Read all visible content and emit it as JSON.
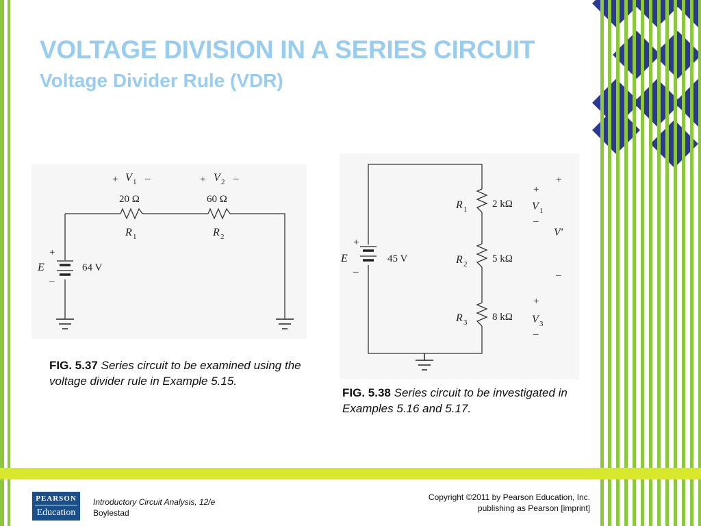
{
  "slide": {
    "title": "VOLTAGE DIVISION IN A SERIES CIRCUIT",
    "subtitle": "Voltage Divider Rule (VDR)"
  },
  "fig537": {
    "caption_label": "FIG. 5.37",
    "caption_text": "Series circuit to be examined using the voltage divider rule in Example 5.15.",
    "source_symbol": "E",
    "source_value": "64 V",
    "r1_value": "20 Ω",
    "r2_value": "60 Ω",
    "r1_name": "R",
    "r1_sub": "1",
    "r2_name": "R",
    "r2_sub": "2",
    "v1_name": "V",
    "v1_sub": "1",
    "v2_name": "V",
    "v2_sub": "2",
    "plus": "+",
    "minus": "–"
  },
  "fig538": {
    "caption_label": "FIG. 5.38",
    "caption_text": "Series circuit to be investigated in Examples 5.16 and 5.17.",
    "source_symbol": "E",
    "source_value": "45 V",
    "r1_value": "2 kΩ",
    "r2_value": "5 kΩ",
    "r3_value": "8 kΩ",
    "r1_name": "R",
    "r1_sub": "1",
    "r2_name": "R",
    "r2_sub": "2",
    "r3_name": "R",
    "r3_sub": "3",
    "v1_name": "V",
    "v1_sub": "1",
    "v3_name": "V",
    "v3_sub": "3",
    "vprime": "V′",
    "plus": "+",
    "minus": "–"
  },
  "footer": {
    "book_title": "Introductory Circuit Analysis, 12/e",
    "author": "Boylestad",
    "copyright": "Copyright ©2011 by Pearson Education, Inc.",
    "imprint": "publishing as Pearson [imprint]",
    "logo_top": "PEARSON",
    "logo_bottom": "Education"
  },
  "colors": {
    "title": "#99cdf0",
    "green_bar": "#8dc63f",
    "yellow_band": "#d8e82b",
    "navy_diamond": "#2b3990",
    "logo_blue": "#1b4f8a"
  }
}
